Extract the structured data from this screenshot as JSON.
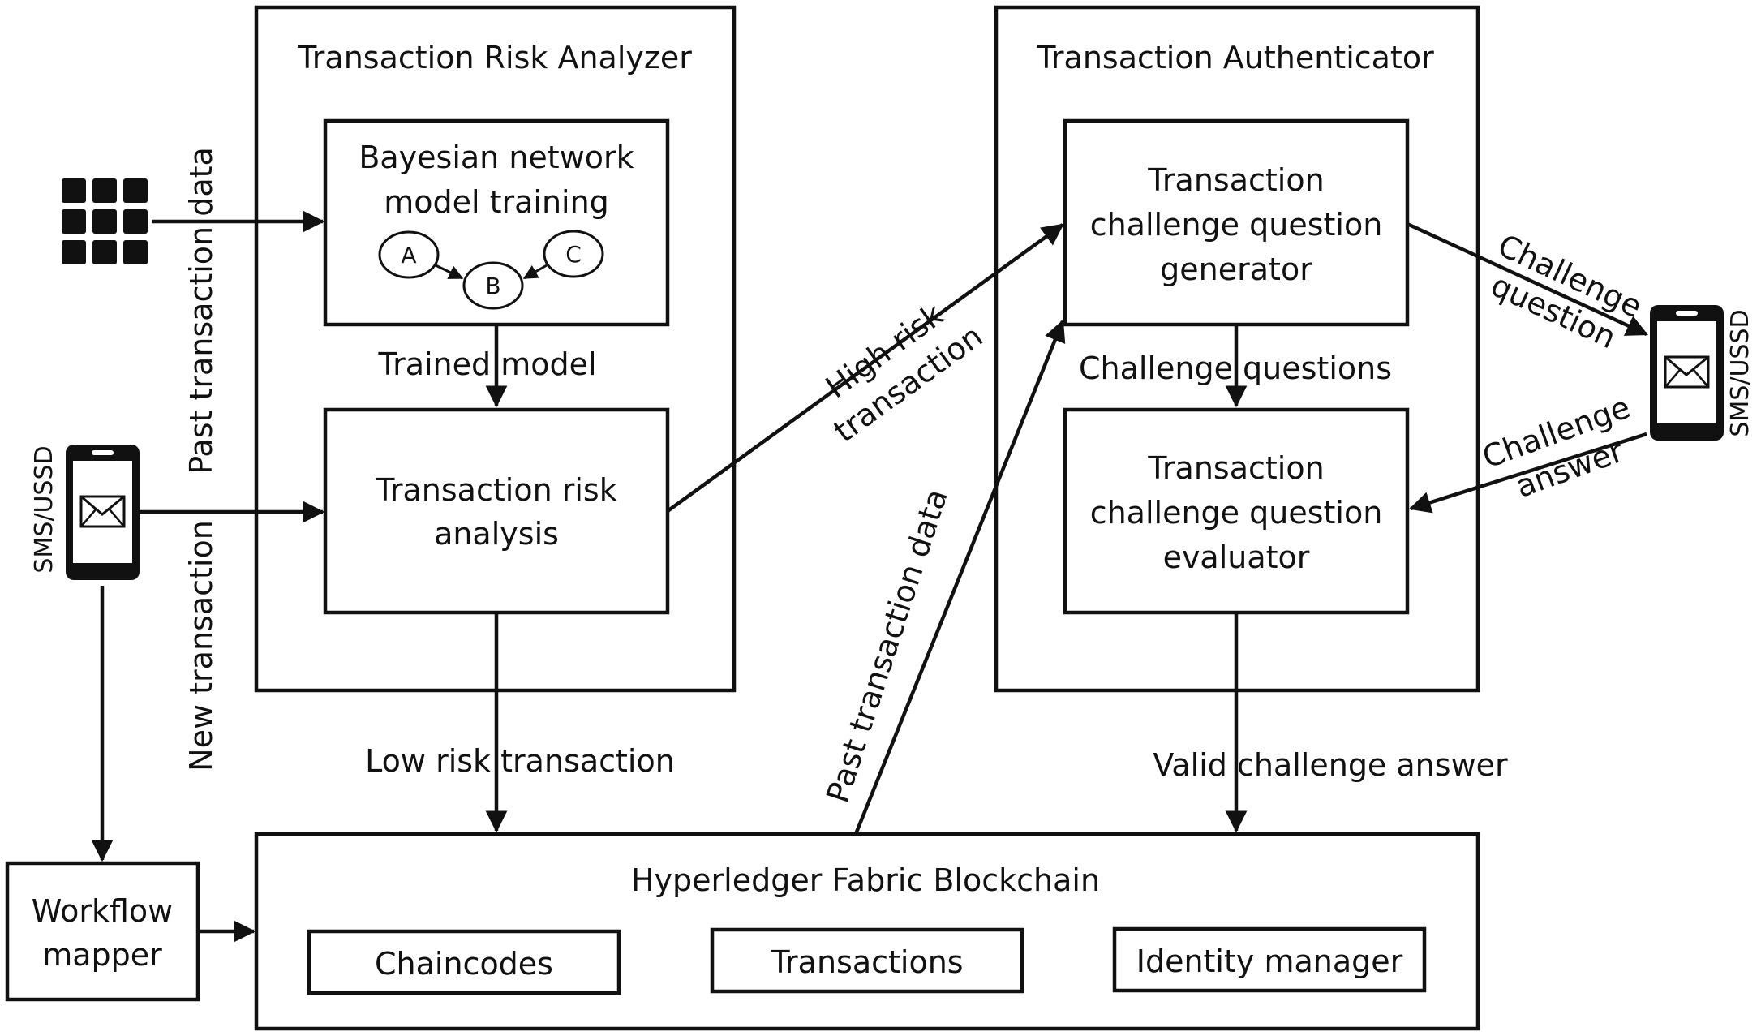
{
  "risk_analyzer": {
    "title": "Transaction Risk Analyzer",
    "bn_training": {
      "line1": "Bayesian network",
      "line2": "model training"
    },
    "bn_nodes": {
      "a": "A",
      "b": "B",
      "c": "C"
    },
    "trained_model": "Trained model",
    "risk_analysis": {
      "line1": "Transaction risk",
      "line2": "analysis"
    }
  },
  "authenticator": {
    "title": "Transaction Authenticator",
    "generator": {
      "line1": "Transaction",
      "line2": "challenge question",
      "line3": "generator"
    },
    "challenge_questions": "Challenge questions",
    "evaluator": {
      "line1": "Transaction",
      "line2": "challenge question",
      "line3": "evaluator"
    }
  },
  "blockchain": {
    "title": "Hyperledger Fabric Blockchain",
    "chaincodes": "Chaincodes",
    "transactions": "Transactions",
    "identity_manager": "Identity manager"
  },
  "workflow_mapper": {
    "line1": "Workflow",
    "line2": "mapper"
  },
  "edges": {
    "past_transaction_data_left": "Past transaction data",
    "new_transaction": "New transaction",
    "high_risk": {
      "line1": "High risk",
      "line2": "transaction"
    },
    "low_risk": "Low risk transaction",
    "past_transaction_data_mid": "Past transaction data",
    "valid_answer": "Valid challenge answer",
    "challenge_question": {
      "line1": "Challenge",
      "line2": "question"
    },
    "challenge_answer": {
      "line1": "Challenge",
      "line2": "answer"
    }
  },
  "phones": {
    "left_label": "SMS/USSD",
    "right_label": "SMS/USSD"
  },
  "icons": {
    "database": "grid-database-icon",
    "phone": "mobile-phone-envelope-icon"
  },
  "colors": {
    "ink": "#111111",
    "background": "#ffffff"
  }
}
